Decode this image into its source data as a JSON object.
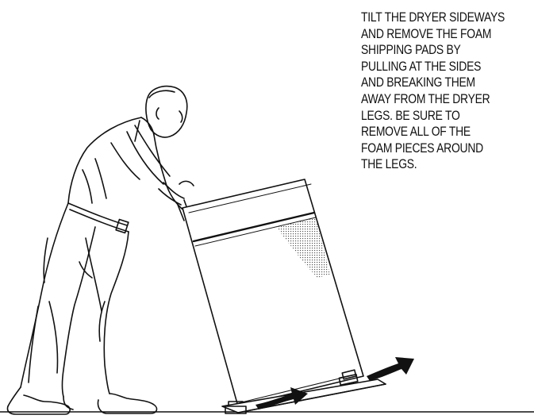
{
  "instruction": {
    "lines": [
      "TILT THE DRYER SIDEWAYS",
      "AND REMOVE THE FOAM",
      "SHIPPING PADS BY",
      "PULLING AT THE SIDES",
      "AND BREAKING THEM",
      "AWAY FROM THE DRYER",
      "LEGS. BE SURE TO",
      "REMOVE ALL OF THE",
      "FOAM PIECES AROUND",
      "THE LEGS."
    ]
  },
  "colors": {
    "ink": "#111111",
    "background": "#ffffff",
    "shading": "#9a9a9a"
  }
}
